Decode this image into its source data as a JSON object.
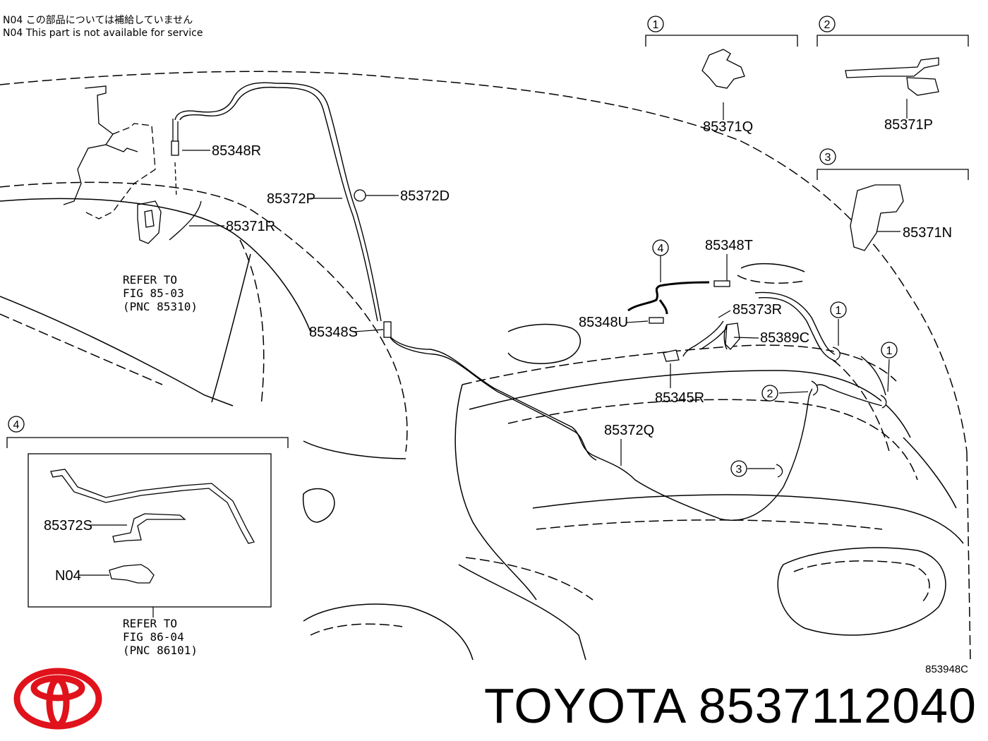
{
  "notes": {
    "jp": "N04 この部品については補給していません",
    "en": "N04 This part is not available for service"
  },
  "callouts": {
    "c1": "1",
    "c2": "2",
    "c3": "3",
    "c4": "4"
  },
  "parts": {
    "p85348R": "85348R",
    "p85372P": "85372P",
    "p85372D": "85372D",
    "p85371R": "85371R",
    "p85348S": "85348S",
    "p85348T": "85348T",
    "p85348U": "85348U",
    "p85373R": "85373R",
    "p85389C": "85389C",
    "p85345R": "85345R",
    "p85372Q": "85372Q",
    "p85371Q": "85371Q",
    "p85371P": "85371P",
    "p85371N": "85371N",
    "p85372S": "85372S",
    "pN04": "N04"
  },
  "refers": {
    "r1": {
      "line1": "REFER TO",
      "line2": "FIG 85-03",
      "line3": "(PNC 85310)"
    },
    "r2": {
      "line1": "REFER TO",
      "line2": "FIG 86-04",
      "line3": "(PNC 86101)"
    }
  },
  "figure_code": "853948C",
  "brand": "TOYOTA",
  "part_number": "8537112040",
  "colors": {
    "logo": "#e0121b",
    "line": "#000000"
  }
}
